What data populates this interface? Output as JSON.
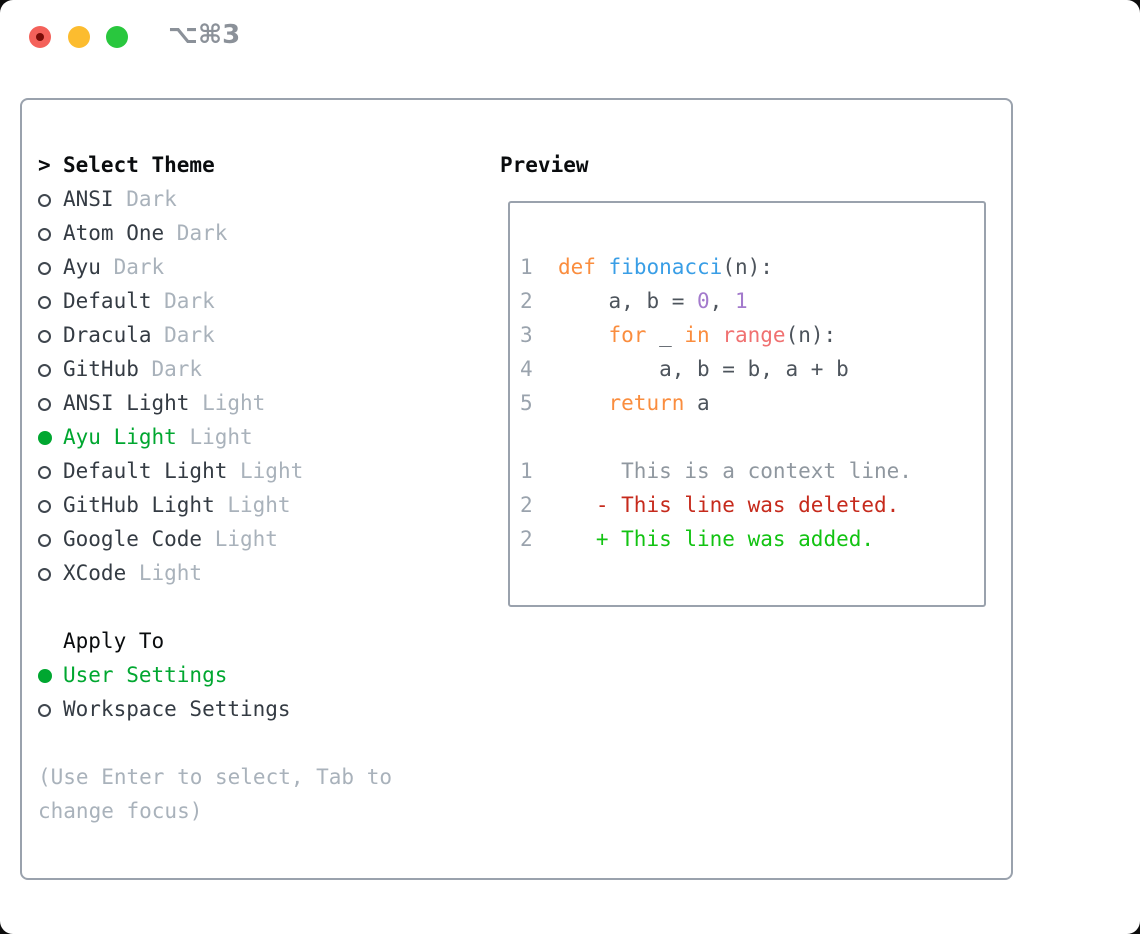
{
  "window": {
    "title": "⌥⌘3",
    "controls": [
      "close",
      "minimize",
      "zoom"
    ]
  },
  "theme_picker": {
    "header": "Select Theme",
    "cursor_glyph": ">",
    "themes": [
      {
        "name": "ANSI",
        "variant": "Dark",
        "selected": false
      },
      {
        "name": "Atom One",
        "variant": "Dark",
        "selected": false
      },
      {
        "name": "Ayu",
        "variant": "Dark",
        "selected": false
      },
      {
        "name": "Default",
        "variant": "Dark",
        "selected": false
      },
      {
        "name": "Dracula",
        "variant": "Dark",
        "selected": false
      },
      {
        "name": "GitHub",
        "variant": "Dark",
        "selected": false
      },
      {
        "name": "ANSI Light",
        "variant": "Light",
        "selected": false
      },
      {
        "name": "Ayu Light",
        "variant": "Light",
        "selected": true
      },
      {
        "name": "Default Light",
        "variant": "Light",
        "selected": false
      },
      {
        "name": "GitHub Light",
        "variant": "Light",
        "selected": false
      },
      {
        "name": "Google Code",
        "variant": "Light",
        "selected": false
      },
      {
        "name": "XCode",
        "variant": "Light",
        "selected": false
      }
    ],
    "apply_to": {
      "header": "Apply To",
      "options": [
        {
          "label": "User Settings",
          "selected": true
        },
        {
          "label": "Workspace Settings",
          "selected": false
        }
      ]
    },
    "help_lines": [
      "(Use Enter to select, Tab to",
      "change focus)"
    ]
  },
  "preview": {
    "header": "Preview",
    "code_lines": [
      [
        [
          "1  ",
          "ln"
        ],
        [
          "def",
          "kw"
        ],
        [
          " ",
          "code"
        ],
        [
          "fibonacci",
          "fn"
        ],
        [
          "(n):",
          "code"
        ]
      ],
      [
        [
          "2  ",
          "ln"
        ],
        [
          "    a, b = ",
          "code"
        ],
        [
          "0",
          "num"
        ],
        [
          ", ",
          "code"
        ],
        [
          "1",
          "num"
        ]
      ],
      [
        [
          "3  ",
          "ln"
        ],
        [
          "    ",
          "code"
        ],
        [
          "for",
          "kw"
        ],
        [
          " _ ",
          "code"
        ],
        [
          "in",
          "kw"
        ],
        [
          " ",
          "code"
        ],
        [
          "range",
          "call"
        ],
        [
          "(n):",
          "code"
        ]
      ],
      [
        [
          "4  ",
          "ln"
        ],
        [
          "        a, b = b, a + b",
          "code"
        ]
      ],
      [
        [
          "5  ",
          "ln"
        ],
        [
          "    ",
          "code"
        ],
        [
          "return",
          "kw"
        ],
        [
          " a",
          "code"
        ]
      ]
    ],
    "diff_lines": [
      [
        [
          "1",
          "ln"
        ],
        [
          "       This is a context line.",
          "ctx"
        ]
      ],
      [
        [
          "2",
          "ln"
        ],
        [
          "     ",
          "code"
        ],
        [
          "- This line was deleted.",
          "del"
        ]
      ],
      [
        [
          "2",
          "ln"
        ],
        [
          "     ",
          "code"
        ],
        [
          "+ This line was added.",
          "add"
        ]
      ]
    ]
  },
  "colors": {
    "accent_green": "#00a730",
    "variant_gray": "#a9b2bb",
    "panel_border": "#9aa2ad",
    "syntax_keyword": "#fa8d3e",
    "syntax_function": "#399ee6",
    "syntax_number": "#a37acc",
    "syntax_call": "#f07171",
    "code_default": "#4d545c",
    "line_number": "#9aa3ad",
    "diff_context": "#8f979f",
    "diff_deleted": "#c62a1c",
    "diff_added": "#12c312",
    "traffic_red": "#f4615a",
    "traffic_yellow": "#fcbc2f",
    "traffic_green": "#29c73e"
  }
}
